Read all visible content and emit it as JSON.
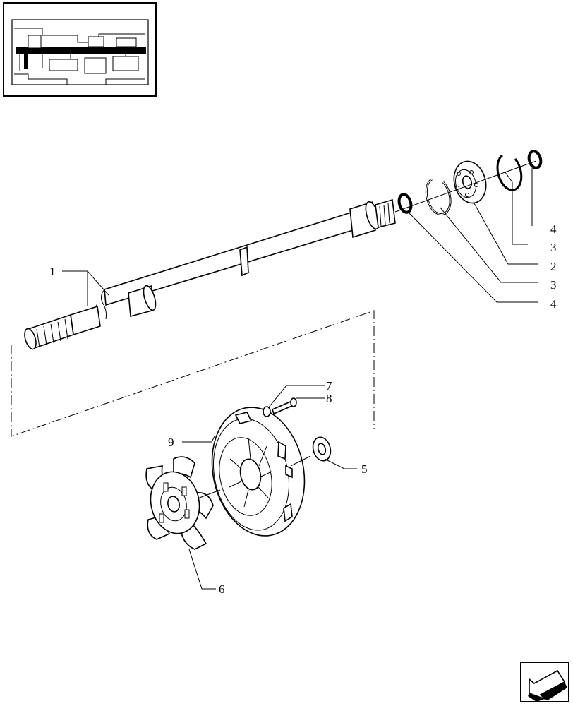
{
  "callouts": {
    "c1": "1",
    "c2": "2",
    "c3a": "3",
    "c3b": "3",
    "c4a": "4",
    "c4b": "4",
    "c5": "5",
    "c6": "6",
    "c7": "7",
    "c8": "8",
    "c9": "9"
  },
  "icons": {
    "locator": "transmission-locator-thumbnail",
    "nav": "next-page-arrow-icon"
  }
}
